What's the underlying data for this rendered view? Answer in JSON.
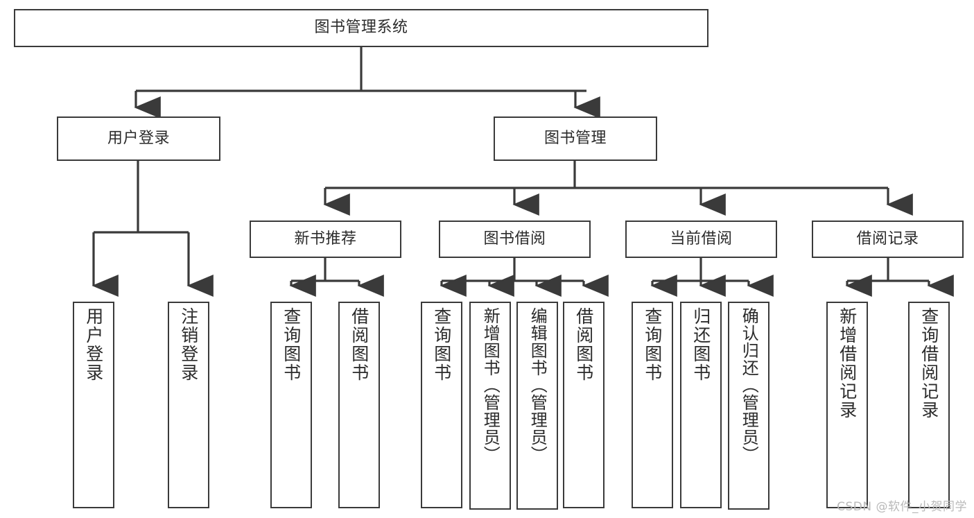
{
  "diagram": {
    "type": "tree-hierarchy",
    "title": "图书管理系统",
    "watermark": "CSDN @软件_小贺同学",
    "colors": {
      "box_border": "#3a3a3a",
      "box_fill": "#ffffff",
      "connector": "#3a3a3a",
      "text": "#2b2b2b",
      "watermark": "#b9b9b9"
    },
    "nodes": {
      "root": {
        "label": "图书管理系统",
        "orientation": "horizontal"
      },
      "level2": [
        {
          "id": "user-login",
          "label": "用户登录",
          "orientation": "horizontal"
        },
        {
          "id": "book-manage",
          "label": "图书管理",
          "orientation": "horizontal"
        }
      ],
      "level3": [
        {
          "id": "new-book-recommend",
          "label": "新书推荐",
          "orientation": "horizontal"
        },
        {
          "id": "book-borrow",
          "label": "图书借阅",
          "orientation": "horizontal"
        },
        {
          "id": "current-borrow",
          "label": "当前借阅",
          "orientation": "horizontal"
        },
        {
          "id": "borrow-record",
          "label": "借阅记录",
          "orientation": "horizontal"
        }
      ],
      "leaves": {
        "user-login": [
          {
            "id": "leaf-user-login",
            "label": "用户登录",
            "orientation": "vertical"
          },
          {
            "id": "leaf-user-logout",
            "label": "注销登录",
            "orientation": "vertical"
          }
        ],
        "new-book-recommend": [
          {
            "id": "leaf-query-book-1",
            "label": "查询图书",
            "orientation": "vertical"
          },
          {
            "id": "leaf-borrow-book-1",
            "label": "借阅图书",
            "orientation": "vertical"
          }
        ],
        "book-borrow": [
          {
            "id": "leaf-query-book-2",
            "label": "查询图书",
            "orientation": "vertical"
          },
          {
            "id": "leaf-add-book",
            "label": "新增图书（管理员）",
            "orientation": "vertical"
          },
          {
            "id": "leaf-edit-book",
            "label": "编辑图书（管理员）",
            "orientation": "vertical"
          },
          {
            "id": "leaf-borrow-book-2",
            "label": "借阅图书",
            "orientation": "vertical"
          }
        ],
        "current-borrow": [
          {
            "id": "leaf-query-book-3",
            "label": "查询图书",
            "orientation": "vertical"
          },
          {
            "id": "leaf-return-book",
            "label": "归还图书",
            "orientation": "vertical"
          },
          {
            "id": "leaf-confirm-return",
            "label": "确认归还（管理员）",
            "orientation": "vertical"
          }
        ],
        "borrow-record": [
          {
            "id": "leaf-add-record",
            "label": "新增借阅记录",
            "orientation": "vertical"
          },
          {
            "id": "leaf-query-record",
            "label": "查询借阅记录",
            "orientation": "vertical"
          }
        ]
      }
    }
  }
}
